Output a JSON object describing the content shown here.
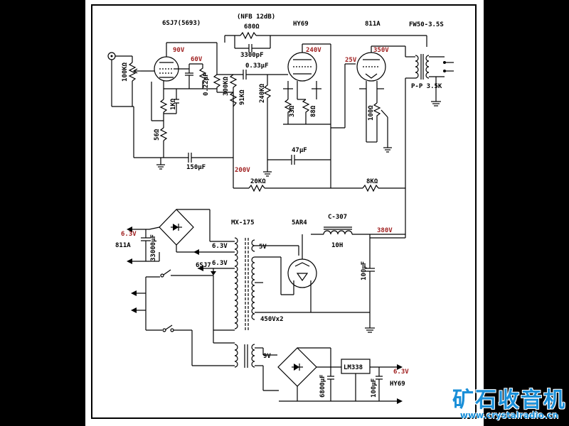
{
  "tubes": {
    "preamp": "6SJ7(5693)",
    "driver": "HY69",
    "output": "811A",
    "rectifier": "5AR4"
  },
  "transformers": {
    "output": "FW50-3.5S",
    "output_imp": "P-P 3.5K",
    "power": "MX-175",
    "choke": "C-307",
    "choke_val": "10H"
  },
  "voltages": {
    "v90": "90V",
    "v60": "60V",
    "v240": "240V",
    "v350": "350V",
    "v25": "25V",
    "v200": "200V",
    "v380": "380V",
    "v63a": "6.3V",
    "v63b": "6.3V",
    "v5": "5V",
    "v450": "450Vx2",
    "v9": "9V",
    "v63l": "6.3V",
    "v63r": "6.3V"
  },
  "components": {
    "nfb": "(NFB 12dB)",
    "r680": "680Ω",
    "c3300": "3300pF",
    "r100k": "100KΩ",
    "c022": "0.22μF",
    "r300k": "300KΩ",
    "c033": "0.33μF",
    "r91k": "91KΩ",
    "r240k": "240KΩ",
    "r33": "33Ω",
    "r88": "88Ω",
    "r100": "100Ω",
    "r1k": "1KΩ",
    "r56": "56Ω",
    "c150": "150μF",
    "c47": "47μF",
    "r20k": "20KΩ",
    "r8k": "8KΩ",
    "c33000": "33000μF",
    "c100": "100μF",
    "c6800": "6800μF",
    "c100b": "100μF"
  },
  "ic": {
    "reg": "LM338"
  },
  "heater_labels": {
    "h811": "811A",
    "h6sj7": "6SJ7",
    "hhy69": "HY69"
  },
  "logo": {
    "cn": "矿石收音机",
    "url": "www.crystalradio.cn"
  }
}
